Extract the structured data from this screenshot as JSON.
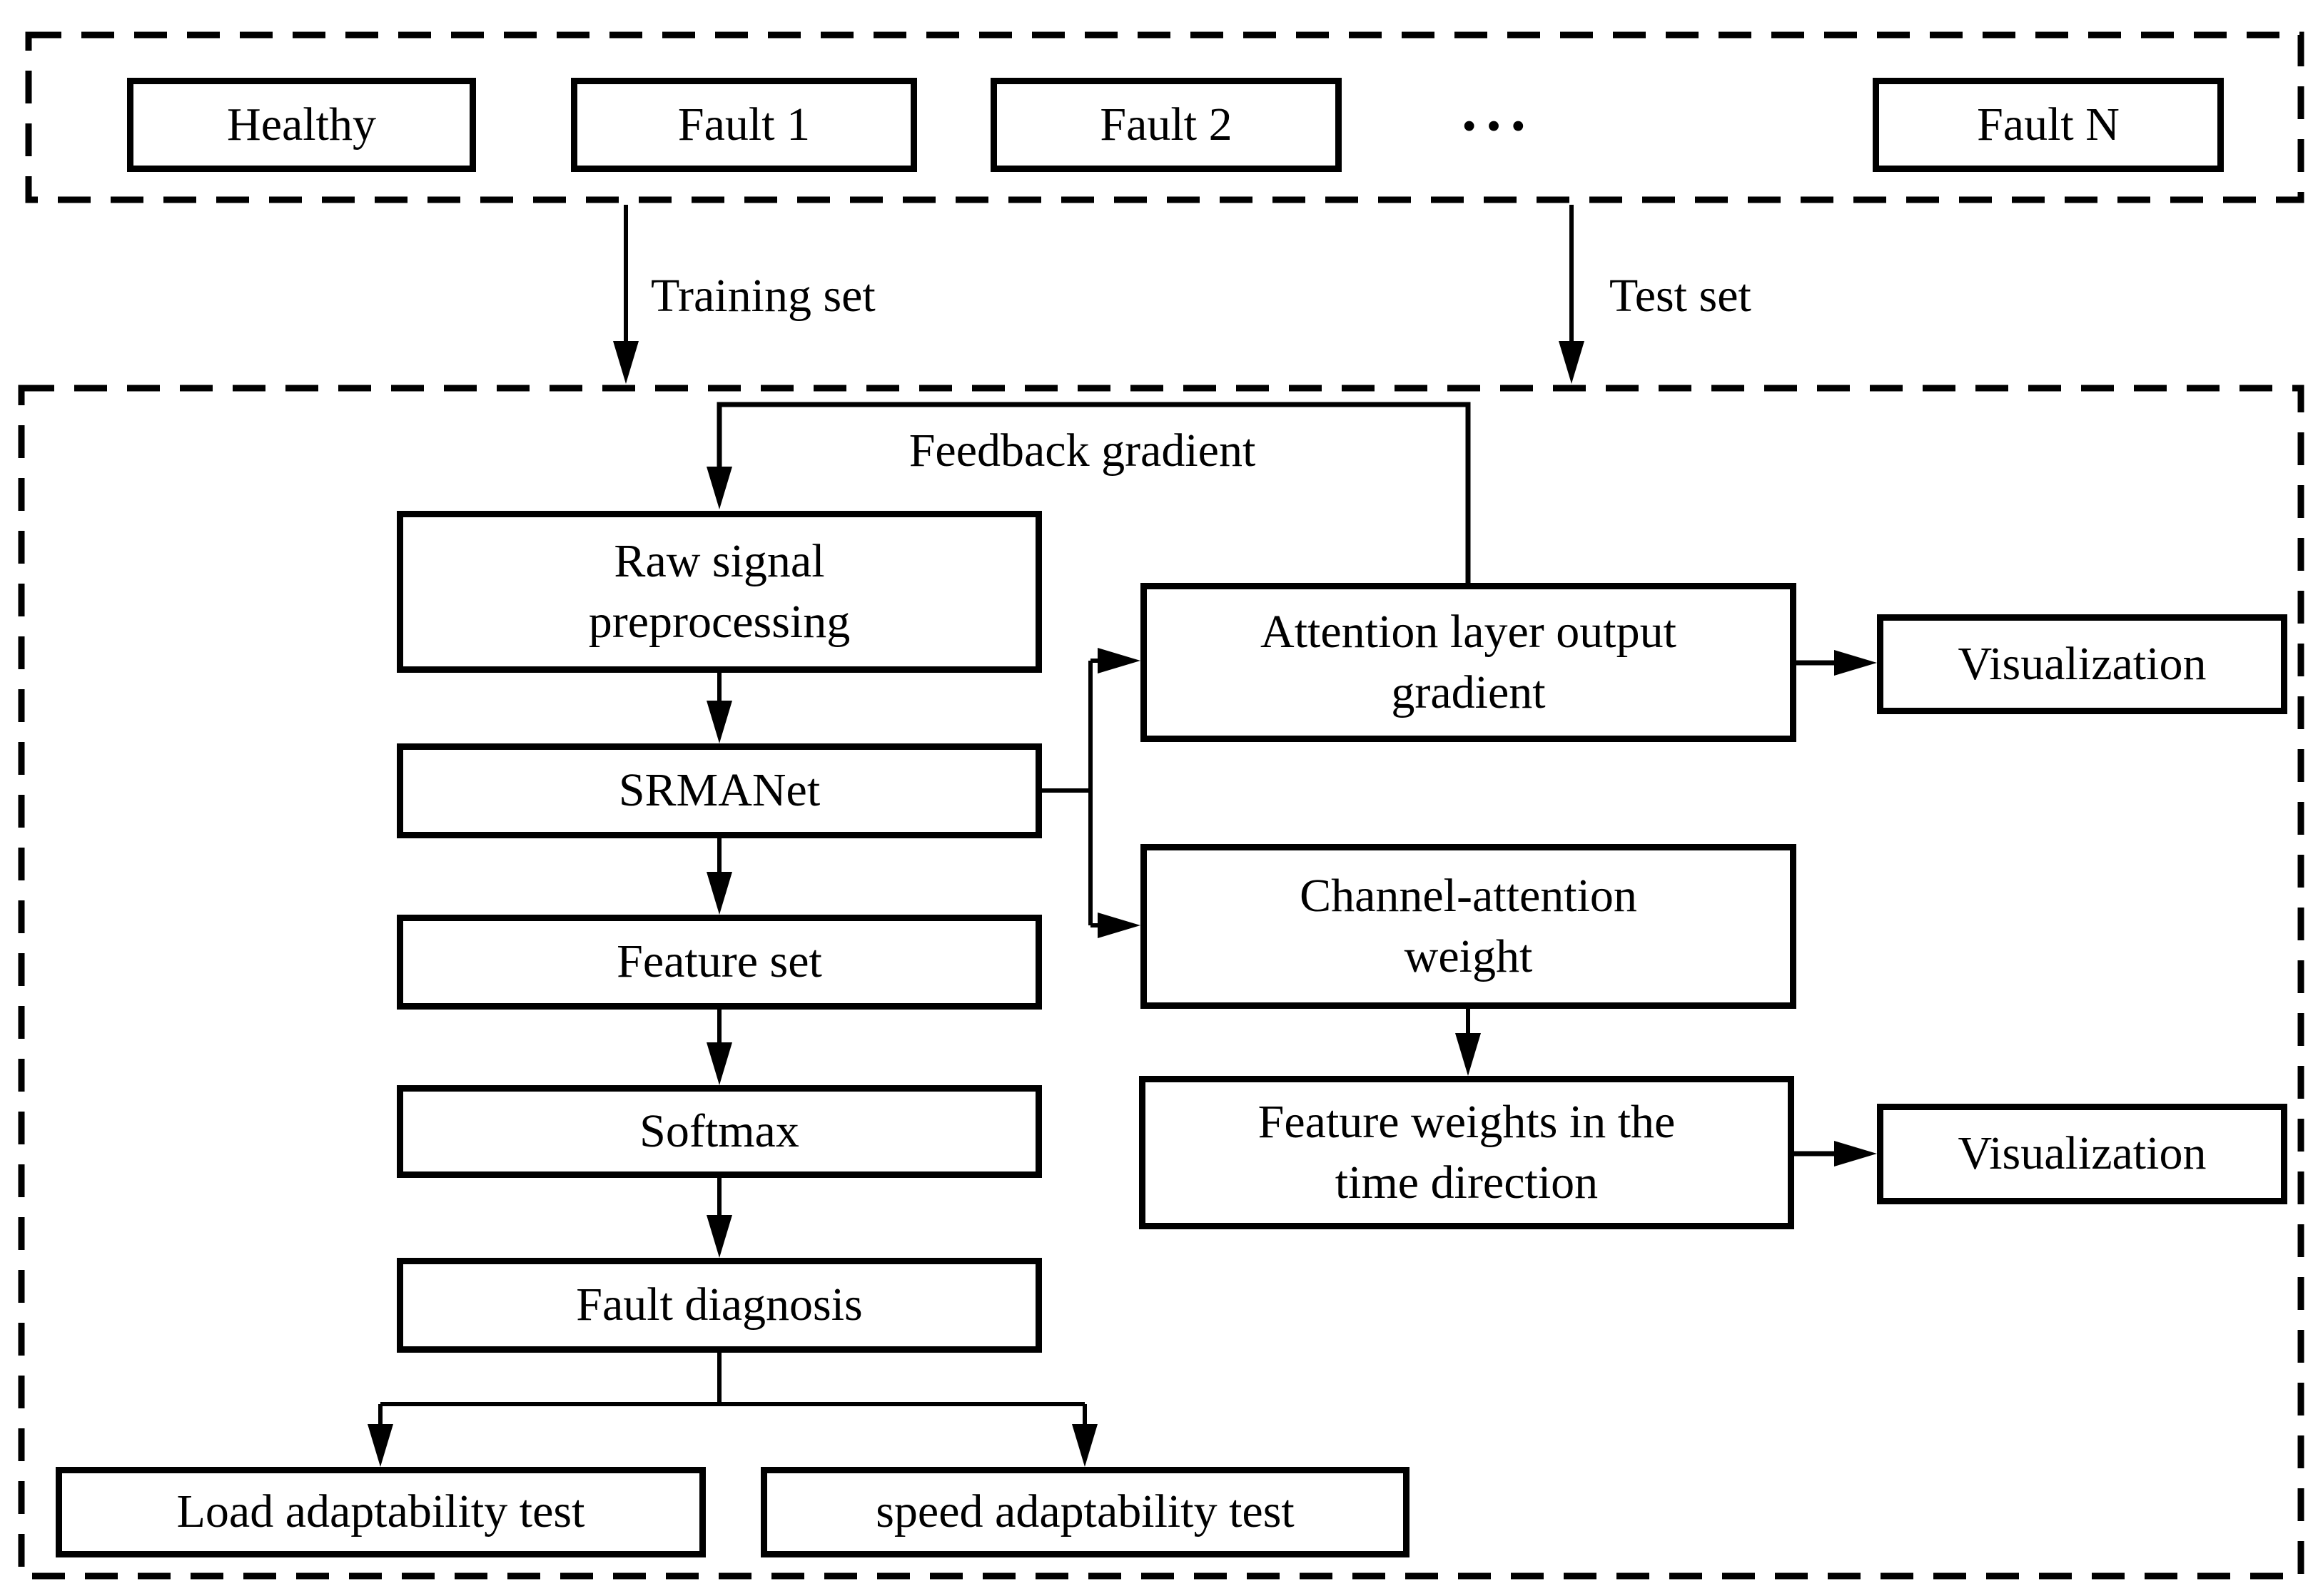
{
  "figure": {
    "background": "#ffffff",
    "line_color": "#000000"
  },
  "dataset_panel": {
    "items": [
      "Healthy",
      "Fault 1",
      "Fault 2",
      "Fault N"
    ],
    "ellipsis": "•••"
  },
  "split_labels": {
    "training_set": "Training set",
    "test_set": "Test set"
  },
  "feedback_label": "Feedback gradient",
  "pipeline": {
    "raw_signal_preprocessing": "Raw signal\npreprocessing",
    "srmanet": "SRMANet",
    "feature_set": "Feature set",
    "softmax": "Softmax",
    "fault_diagnosis": "Fault diagnosis",
    "load_adaptability_test": "Load adaptability test",
    "speed_adaptability_test": "speed adaptability test"
  },
  "interpretability": {
    "attention_layer_output_gradient": "Attention layer output\ngradient",
    "visualization_gradient": "Visualization",
    "channel_attention_weight": "Channel-attention\nweight",
    "feature_weights_time_direction": "Feature weights in the\ntime direction",
    "visualization_weights": "Visualization"
  }
}
